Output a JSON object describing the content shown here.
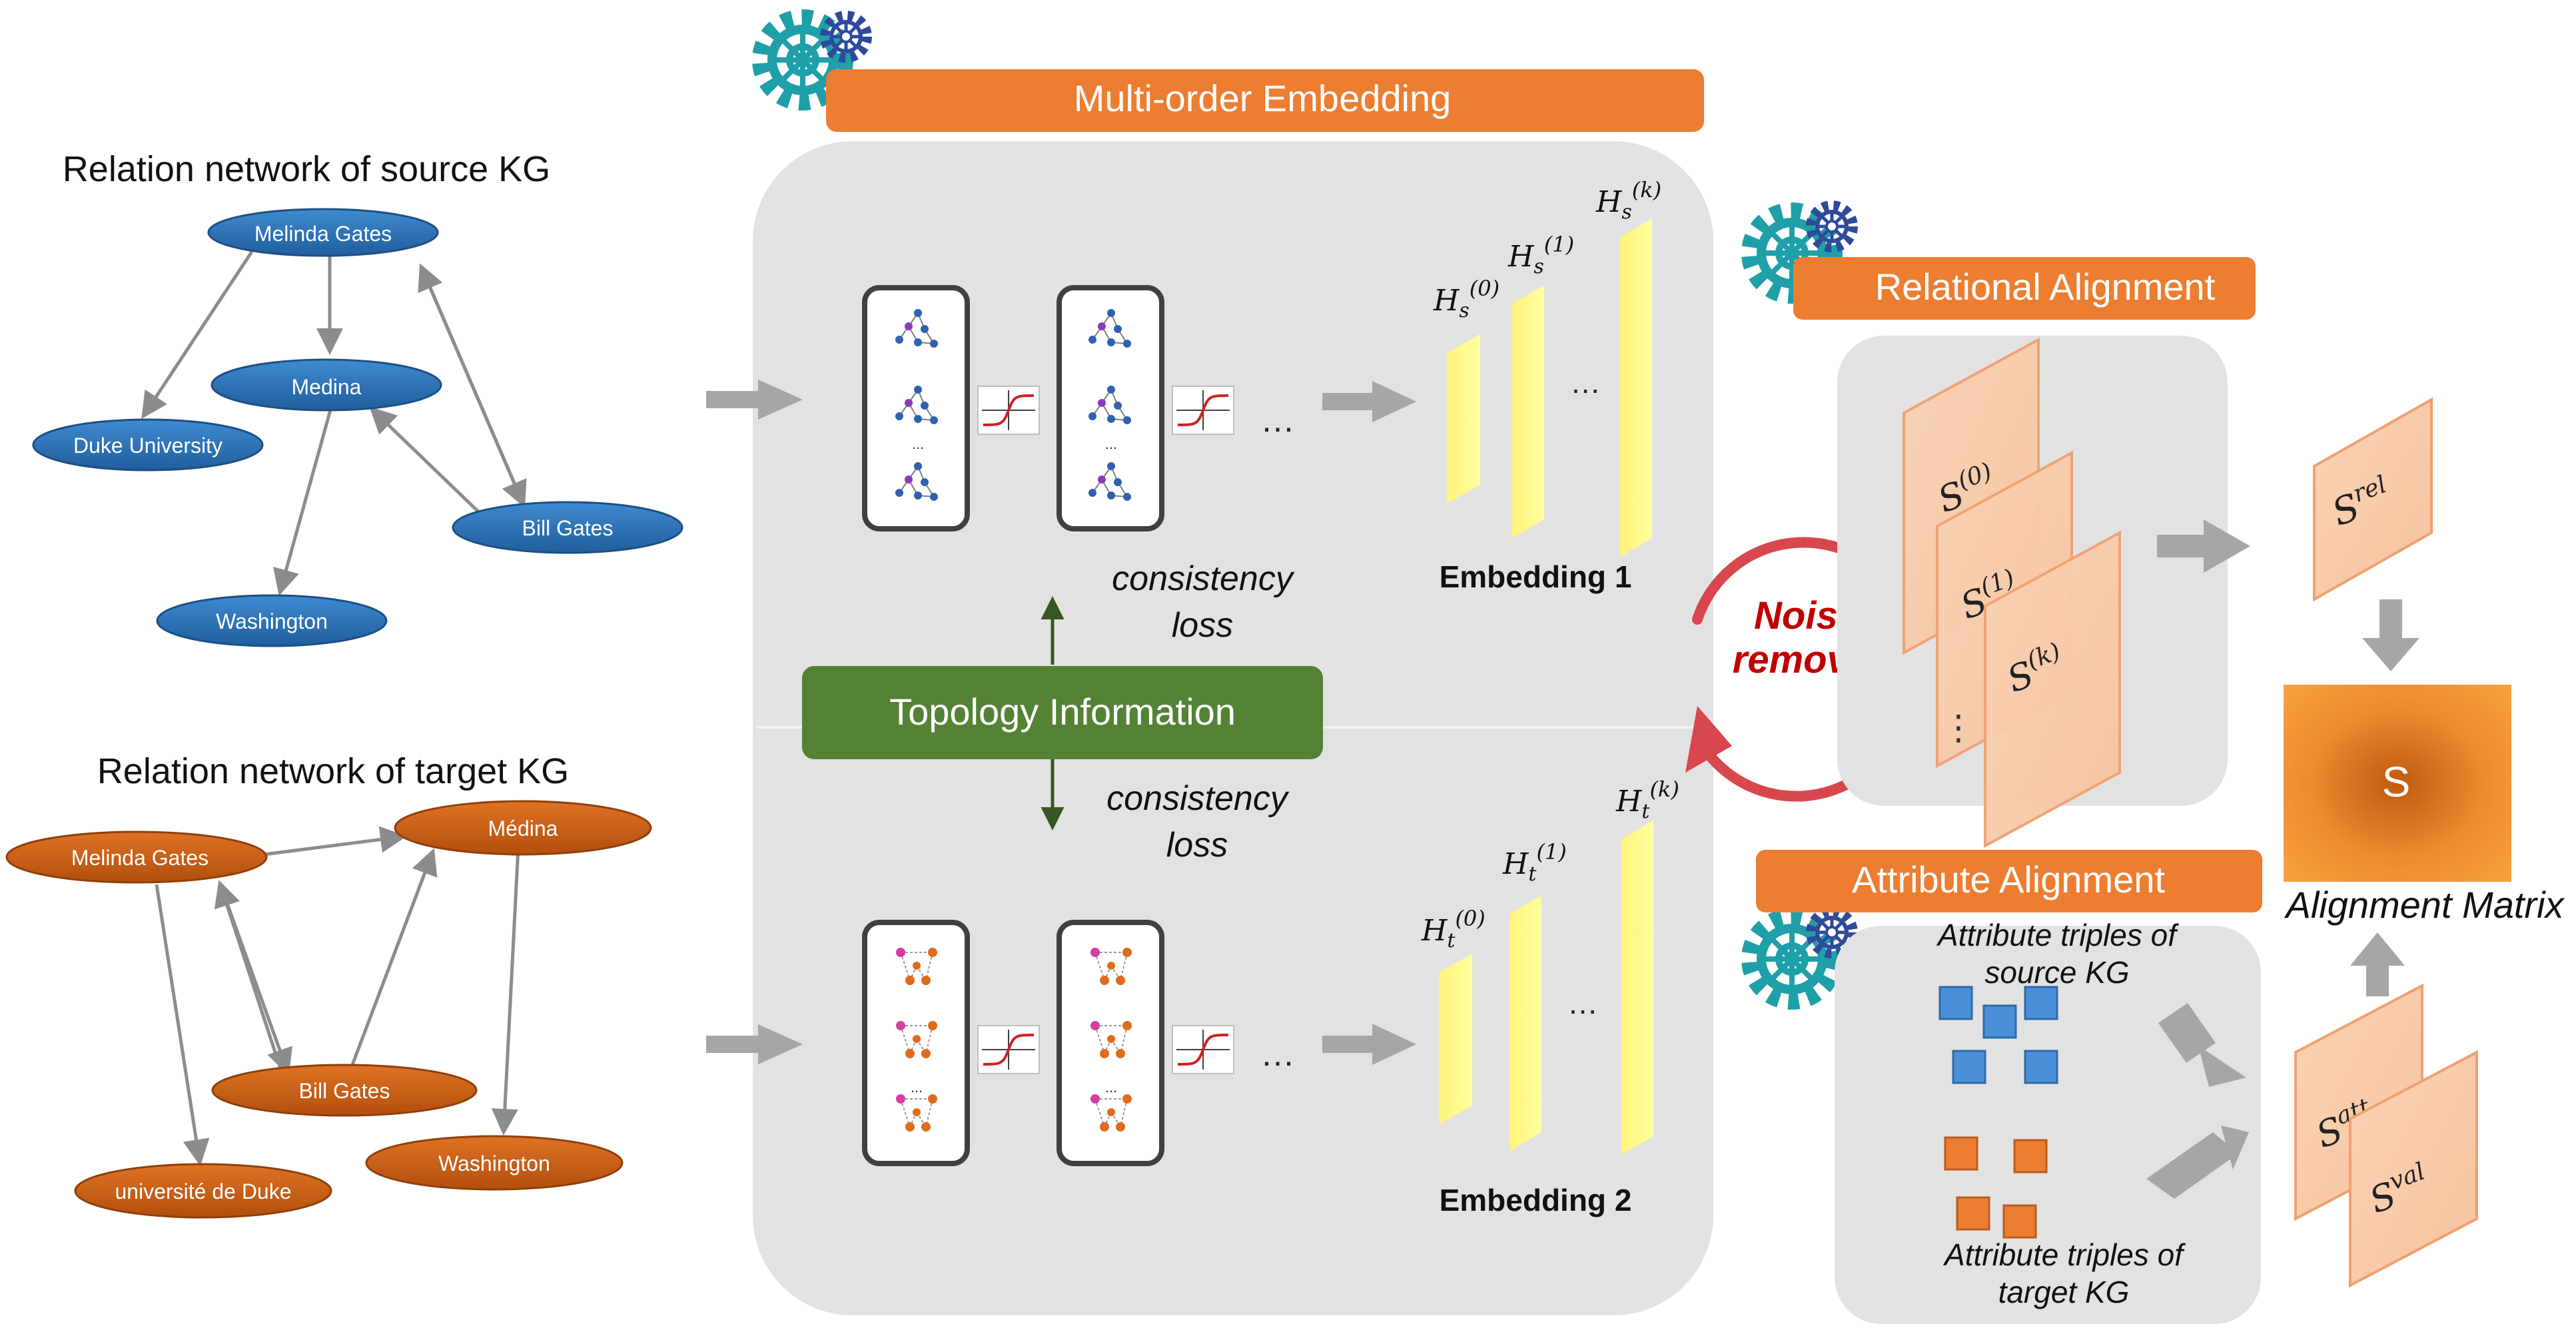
{
  "source_kg": {
    "title": "Relation network of source KG",
    "nodes": [
      "Melinda Gates",
      "Medina",
      "Duke University",
      "Bill Gates",
      "Washington"
    ],
    "color": "#2e75b6"
  },
  "target_kg": {
    "title": "Relation network of target KG",
    "nodes": [
      "Melinda Gates",
      "Médina",
      "Bill Gates",
      "université de Duke",
      "Washington"
    ],
    "color": "#c55a11"
  },
  "embedding": {
    "header": "Multi-order Embedding",
    "source_label": "Embedding 1",
    "target_label": "Embedding 2",
    "topology": "Topology Information",
    "consistency_line1": "consistency",
    "consistency_line2": "loss",
    "ellipsis": "…",
    "source_h": [
      {
        "base": "H",
        "sub": "s",
        "sup": "(0)"
      },
      {
        "base": "H",
        "sub": "s",
        "sup": "(1)"
      },
      {
        "base": "H",
        "sub": "s",
        "sup": "(k)"
      }
    ],
    "target_h": [
      {
        "base": "H",
        "sub": "t",
        "sup": "(0)"
      },
      {
        "base": "H",
        "sub": "t",
        "sup": "(1)"
      },
      {
        "base": "H",
        "sub": "t",
        "sup": "(k)"
      }
    ],
    "net_dots": "...",
    "header_color": "#ed7d31",
    "topology_color": "#548235",
    "bar_color": "#ffff80"
  },
  "relational": {
    "header": "Relational Alignment",
    "slices": [
      {
        "base": "S",
        "sup": "(0)"
      },
      {
        "base": "S",
        "sup": "(1)"
      },
      {
        "base": "S",
        "sup": "(k)"
      }
    ],
    "dots": "⋮",
    "noise_line1": "Noise",
    "noise_line2": "removal",
    "result": {
      "base": "S",
      "sup": "rel"
    }
  },
  "attribute": {
    "header": "Attribute Alignment",
    "source_line1": "Attribute triples of",
    "source_line2": "source KG",
    "target_line1": "Attribute triples of",
    "target_line2": "target KG",
    "result_att": {
      "base": "S",
      "sup": "att"
    },
    "result_val": {
      "base": "S",
      "sup": "val"
    }
  },
  "alignment": {
    "matrix_letter": "S",
    "label": "Alignment Matrix"
  },
  "icons": [
    "gear-icon",
    "sigmoid-icon",
    "arrow-icon",
    "graph-network-icon"
  ]
}
